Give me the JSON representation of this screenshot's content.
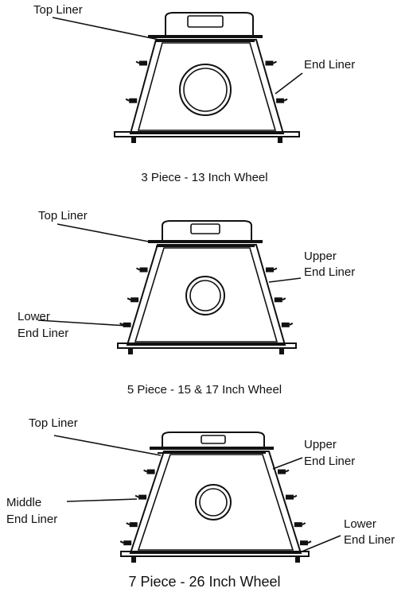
{
  "diagrams": [
    {
      "caption": "3 Piece - 13 Inch Wheel",
      "labels": {
        "top_liner": "Top Liner",
        "end_liner": "End Liner"
      }
    },
    {
      "caption": "5 Piece - 15 & 17 Inch Wheel",
      "labels": {
        "top_liner": "Top Liner",
        "upper_end_liner": [
          "Upper",
          "End Liner"
        ],
        "lower_end_liner": [
          "Lower",
          "End Liner"
        ]
      }
    },
    {
      "caption": "7 Piece - 26 Inch Wheel",
      "labels": {
        "top_liner": "Top Liner",
        "upper_end_liner": [
          "Upper",
          "End Liner"
        ],
        "middle_end_liner": [
          "Middle",
          "End Liner"
        ],
        "lower_end_liner": [
          "Lower",
          "End Liner"
        ]
      }
    }
  ],
  "colors": {
    "line": "#111111",
    "background": "#ffffff"
  }
}
